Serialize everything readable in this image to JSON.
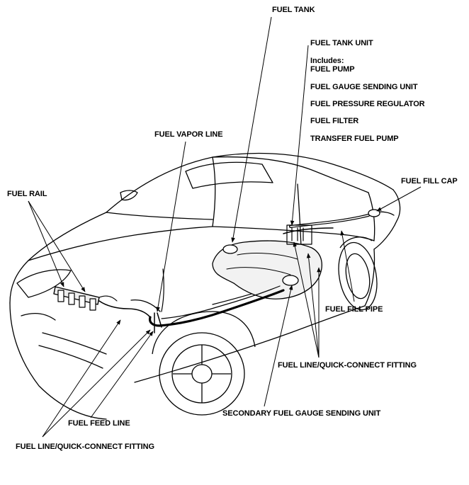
{
  "labels": {
    "fuel_tank": "FUEL TANK",
    "fuel_tank_unit": "FUEL TANK UNIT",
    "includes": "Includes:",
    "fuel_pump": "FUEL PUMP",
    "fuel_gauge_sending_unit": "FUEL GAUGE SENDING UNIT",
    "fuel_pressure_regulator": "FUEL PRESSURE REGULATOR",
    "fuel_filter": "FUEL FILTER",
    "transfer_fuel_pump": "TRANSFER FUEL PUMP",
    "fuel_vapor_line": "FUEL VAPOR LINE",
    "fuel_fill_cap": "FUEL FILL CAP",
    "fuel_rail": "FUEL RAIL",
    "fuel_fill_pipe": "FUEL FILL PIPE",
    "fuel_line_qc_right": "FUEL LINE/QUICK-CONNECT FITTING",
    "secondary_sender": "SECONDARY FUEL GAUGE SENDING UNIT",
    "fuel_feed_line": "FUEL FEED LINE",
    "fuel_line_qc_left": "FUEL LINE/QUICK-CONNECT FITTING"
  },
  "colors": {
    "ink": "#000000",
    "background": "#ffffff"
  }
}
